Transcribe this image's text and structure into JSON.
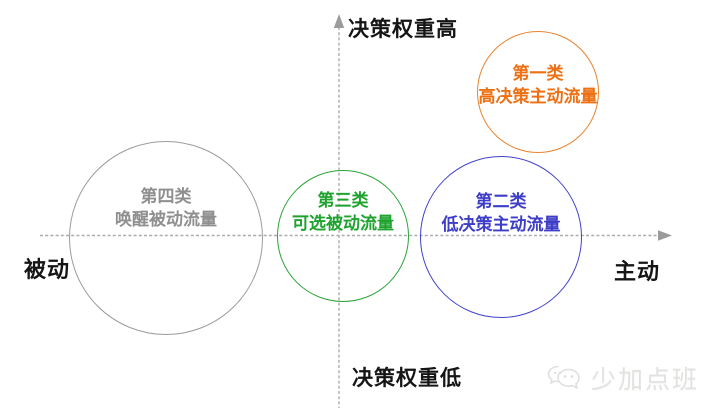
{
  "axes": {
    "top_label": "决策权重高",
    "bottom_label": "决策权重低",
    "left_label": "被动",
    "right_label": "主动",
    "line_color": "#ACACAC",
    "arrow_color": "#9B9B9B"
  },
  "circles": [
    {
      "name": "第一类",
      "desc": "高决策主动流量",
      "color": "#ED7D31"
    },
    {
      "name": "第二类",
      "desc": "低决策主动流量",
      "color": "#4141C9"
    },
    {
      "name": "第三类",
      "desc": "可选被动流量",
      "color": "#24A437"
    },
    {
      "name": "第四类",
      "desc": "唤醒被动流量",
      "color": "#8F8F8F"
    }
  ],
  "watermark": {
    "icon": "chat-bubbles-icon",
    "text": "少加点班",
    "color": "#E2E2E0"
  }
}
